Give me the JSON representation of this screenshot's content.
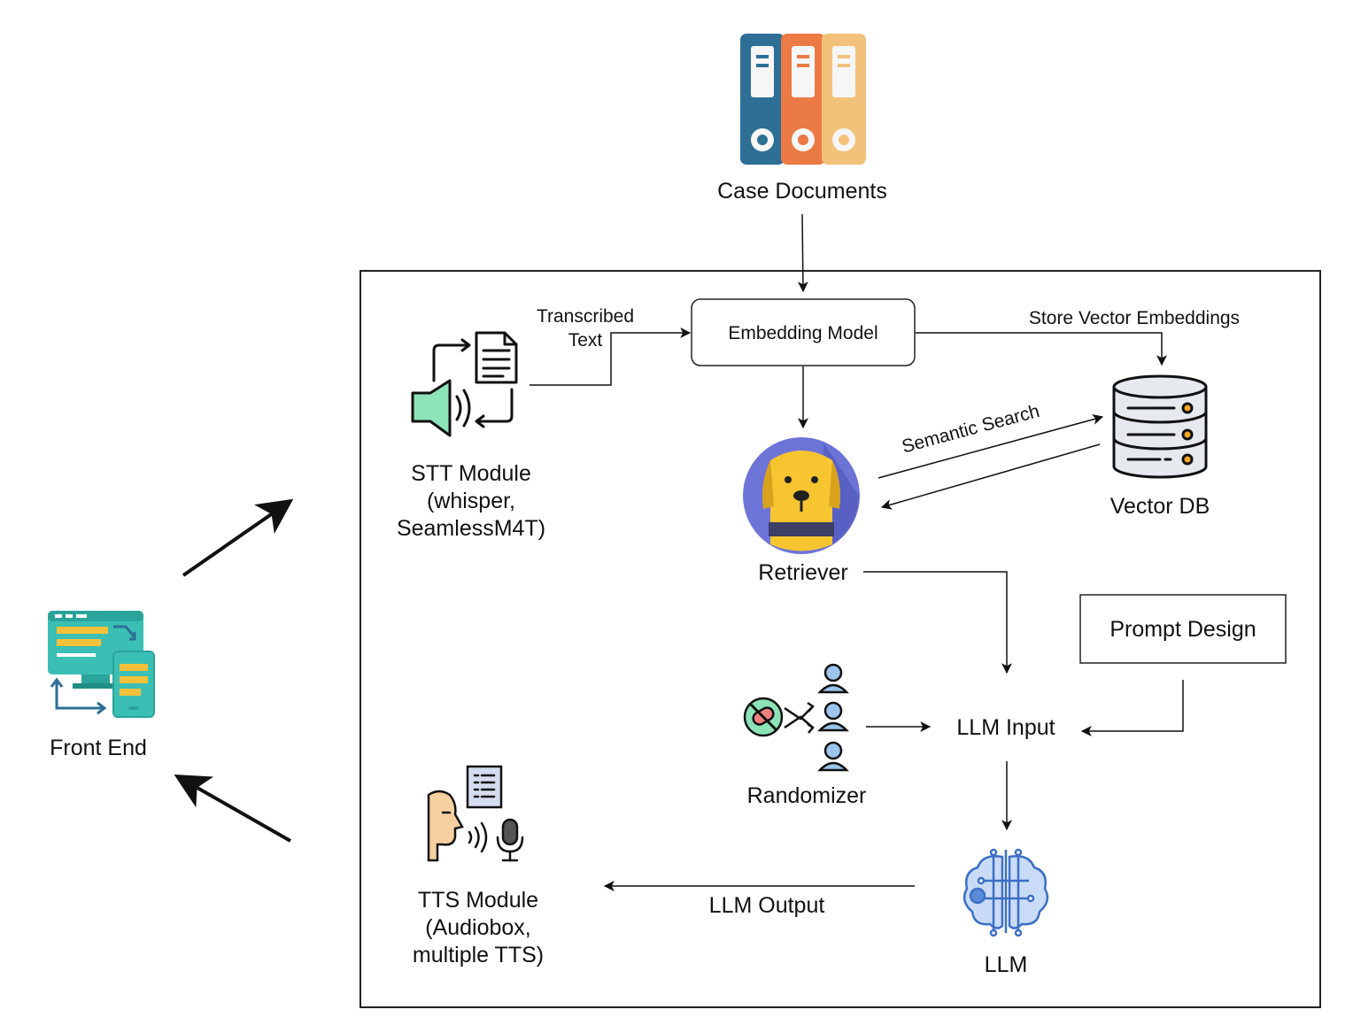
{
  "nodes": {
    "case_documents": "Case Documents",
    "embedding_model": "Embedding Model",
    "vector_db": "Vector DB",
    "retriever": "Retriever",
    "stt_line1": "STT Module",
    "stt_line2": "(whisper,",
    "stt_line3": "SeamlessM4T)",
    "prompt_design": "Prompt Design",
    "llm_input": "LLM Input",
    "randomizer": "Randomizer",
    "llm": "LLM",
    "tts_line1": "TTS Module",
    "tts_line2": "(Audiobox,",
    "tts_line3": "multiple TTS)",
    "front_end": "Front End"
  },
  "edges": {
    "transcribed_line1": "Transcribed",
    "transcribed_line2": "Text",
    "store_vectors": "Store Vector Embeddings",
    "semantic_search": "Semantic Search",
    "llm_output": "LLM Output"
  },
  "icons": {
    "binders": "binders-icon",
    "speech_to_text": "speech-to-text-icon",
    "database": "database-icon",
    "retriever_dog": "retriever-dog-icon",
    "randomizer": "randomizer-icon",
    "brain_circuit": "brain-circuit-icon",
    "text_to_speech": "text-to-speech-icon",
    "devices": "devices-icon"
  },
  "colors": {
    "binder_blue": "#2e6f96",
    "binder_orange": "#ec7a44",
    "binder_yellow": "#f3c27a",
    "speaker_green": "#8de3b8",
    "db_gray": "#e6e9ee",
    "dog_purple": "#6d74d8",
    "dog_yellow": "#f7c530",
    "person_blue": "#9cc4ec",
    "brain_blue": "#5b8bd6",
    "face_skin": "#f7d0a0",
    "device_teal": "#3bbfb4",
    "device_yellow": "#f6c13a"
  }
}
